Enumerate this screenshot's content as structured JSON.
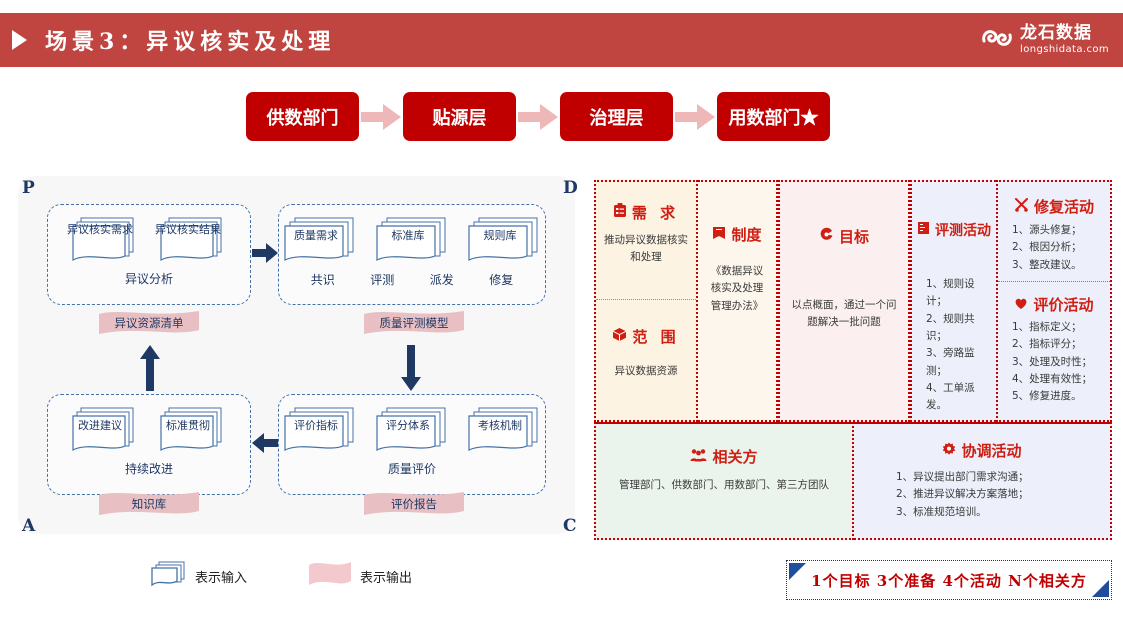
{
  "header": {
    "title": "场景3：异议核实及处理",
    "play_icon": "play-triangle-icon",
    "logo": {
      "icon": "cloud-swirl-logo-icon",
      "cn": "龙石数据",
      "en": "longshidata.com"
    },
    "bar_color": "#C0443F"
  },
  "flow": {
    "arrow_icon": "right-arrow-icon",
    "box_color": "#C00000",
    "arrow_color": "#EFB8B8",
    "steps": [
      {
        "label": "供数部门"
      },
      {
        "label": "贴源层"
      },
      {
        "label": "治理层"
      },
      {
        "label": "用数部门★"
      }
    ]
  },
  "pdca": {
    "corners": {
      "p": "P",
      "d": "D",
      "a": "A",
      "c": "C"
    },
    "doc_icon": "stacked-documents-icon",
    "wave_icon": "wave-ribbon-icon",
    "accent": "#1F3864",
    "quadrants": {
      "plan": {
        "docs": [
          "异议核实需求",
          "异议核实结果"
        ],
        "caption": "异议分析",
        "output": "异议资源清单"
      },
      "do": {
        "docs": [
          "质量需求",
          "标准库",
          "规则库"
        ],
        "steps": [
          "共识",
          "评测",
          "派发",
          "修复"
        ],
        "output": "质量评测模型"
      },
      "act": {
        "docs": [
          "改进建议",
          "标准贯彻"
        ],
        "caption": "持续改进",
        "output": "知识库"
      },
      "check": {
        "docs": [
          "评价指标",
          "评分体系",
          "考核机制"
        ],
        "caption": "质量评价",
        "output": "评价报告"
      }
    }
  },
  "right_panel": {
    "border_color": "#C00000",
    "need": {
      "icon": "clipboard-checklist-icon",
      "title": "需 求",
      "body": "推动异议数据核实和处理"
    },
    "scope": {
      "icon": "cube-box-icon",
      "title": "范 围",
      "body": "异议数据资源"
    },
    "policy": {
      "icon": "book-icon",
      "title": "制度",
      "body": "《数据异议核实及处理管理办法》"
    },
    "goal": {
      "icon": "target-dial-icon",
      "title": "目标",
      "body": "以点概面，通过一个问题解决一批问题"
    },
    "assess": {
      "icon": "ruler-icon",
      "title": "评测活动",
      "items": [
        "1、规则设计；",
        "2、规则共识；",
        "3、旁路监测；",
        "4、工单派发。"
      ]
    },
    "repair": {
      "icon": "scissors-icon",
      "title": "修复活动",
      "items": [
        "1、源头修复；",
        "2、根因分析；",
        "3、整改建议。"
      ]
    },
    "evaluate": {
      "icon": "heart-icon",
      "title": "评价活动",
      "items": [
        "1、指标定义；",
        "2、指标评分；",
        "3、处理及时性；",
        "4、处理有效性；",
        "5、修复进度。"
      ]
    },
    "stakeholders": {
      "icon": "people-group-icon",
      "title": "相关方",
      "body": "管理部门、供数部门、用数部门、第三方团队"
    },
    "coordinate": {
      "icon": "gear-icon",
      "title": "协调活动",
      "items": [
        "1、异议提出部门需求沟通；",
        "2、推进异议解决方案落地；",
        "3、标准规范培训。"
      ]
    }
  },
  "legend": {
    "input": {
      "icon": "stacked-documents-icon",
      "label": "表示输入"
    },
    "output": {
      "icon": "wave-ribbon-icon",
      "label": "表示输出"
    }
  },
  "summary": {
    "text": "1个目标   3个准备   4个活动   N个相关方",
    "color": "#C00000",
    "corner_color": "#1F4E9C"
  }
}
